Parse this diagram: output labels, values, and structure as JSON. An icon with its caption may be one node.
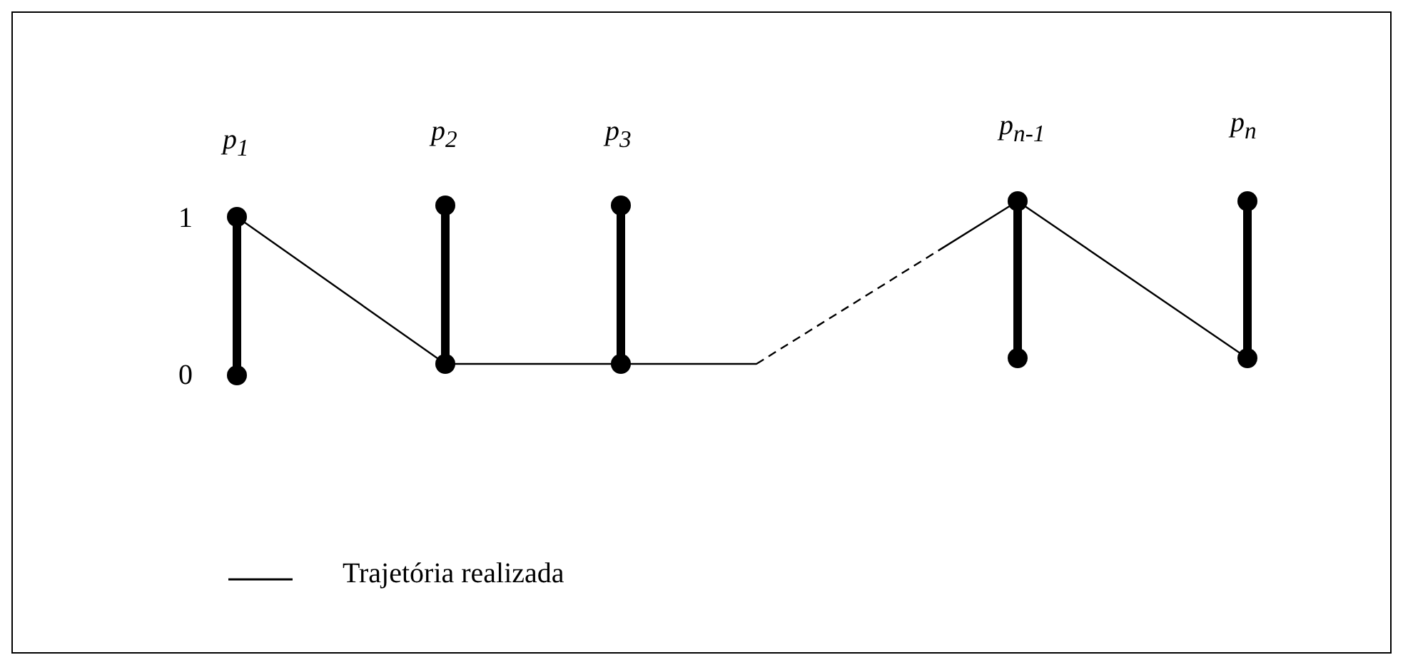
{
  "diagram": {
    "nodes": [
      {
        "text": [],
        "shape": "bar",
        "beside": [
          "p$_{1}$"
        ]
      },
      {
        "text": [],
        "shape": "bar",
        "beside": [
          "p$_{2}$"
        ]
      },
      {
        "text": [],
        "shape": "bar",
        "beside": [
          "p$_{3}$"
        ]
      },
      {
        "text": [],
        "shape": "bar",
        "beside": [
          "p$_{n-1}$"
        ]
      },
      {
        "text": [],
        "shape": "bar",
        "beside": [
          "p$_{n}$"
        ]
      }
    ],
    "edges": [
      {
        "from": 0,
        "to": 1,
        "arrow": "none"
      },
      {
        "from": 1,
        "to": 2,
        "arrow": "none"
      },
      {
        "from": 2,
        "to": 3,
        "arrow": "none",
        "style": "dashed"
      },
      {
        "from": 3,
        "to": 4,
        "arrow": "none"
      }
    ],
    "labels": [
      "1",
      "0"
    ],
    "legend": [
      {
        "text": "Trajetória realizada"
      }
    ]
  }
}
